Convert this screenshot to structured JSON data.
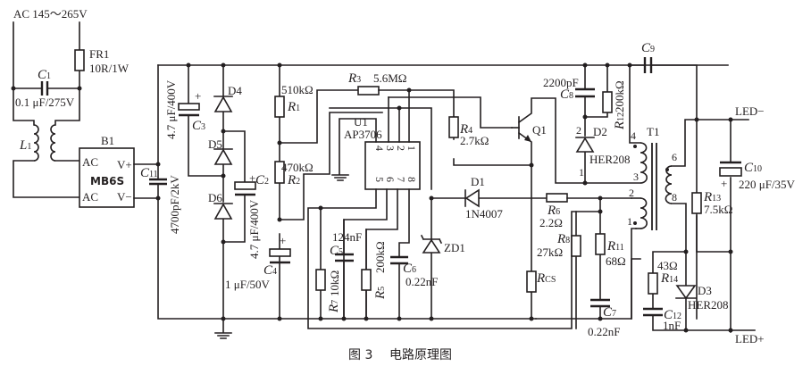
{
  "input": {
    "ac_label": "AC 145～265V",
    "fuse": {
      "ref": "FR1",
      "value": "10R/1W"
    },
    "c1": {
      "ref": "C",
      "sub": "1",
      "value": "0.1 μF/275V"
    },
    "l1": {
      "ref": "L",
      "sub": "1"
    }
  },
  "bridge": {
    "ref": "B1",
    "part": "MB6S",
    "pins": {
      "ac1": "AC",
      "ac2": "AC",
      "vplus": "V+",
      "vminus": "V−"
    }
  },
  "c11": {
    "ref": "C",
    "sub": "11",
    "value": "4700pF/2kV"
  },
  "c3": {
    "ref": "C",
    "sub": "3",
    "value": "4.7 μF/400V",
    "polarity": "+"
  },
  "c2": {
    "ref": "C",
    "sub": "2",
    "value": "4.7 μF/400V",
    "polarity": "+"
  },
  "c4": {
    "ref": "C",
    "sub": "4",
    "value": "1 μF/50V",
    "polarity": "+"
  },
  "diodes_pfc": [
    {
      "ref": "D4"
    },
    {
      "ref": "D5"
    },
    {
      "ref": "D6"
    }
  ],
  "r1": {
    "ref": "R",
    "sub": "1",
    "value": "510kΩ"
  },
  "r2": {
    "ref": "R",
    "sub": "2",
    "value": "470kΩ"
  },
  "r3": {
    "ref": "R",
    "sub": "3",
    "value": "5.6MΩ"
  },
  "r4": {
    "ref": "R",
    "sub": "4",
    "value": "2.7kΩ"
  },
  "u1": {
    "ref": "U1",
    "part": "AP3706",
    "pins_top": [
      "4",
      "3",
      "2",
      "1"
    ],
    "pins_bottom": [
      "5",
      "6",
      "7",
      "8"
    ]
  },
  "q1": {
    "ref": "Q1"
  },
  "c5": {
    "ref": "C",
    "sub": "5",
    "value": "124nF"
  },
  "r7": {
    "ref": "R",
    "sub": "7",
    "value": "10kΩ"
  },
  "r5": {
    "ref": "R",
    "sub": "5",
    "value": "200kΩ"
  },
  "c6": {
    "ref": "C",
    "sub": "6",
    "value": "0.22nF"
  },
  "zd1": {
    "ref": "ZD1"
  },
  "d1": {
    "ref": "D1",
    "part": "1N4007"
  },
  "rcs": {
    "ref": "R",
    "sub": "CS"
  },
  "r6": {
    "ref": "R",
    "sub": "6",
    "value": "2.2Ω"
  },
  "r8": {
    "ref": "R",
    "sub": "8",
    "value": "27kΩ"
  },
  "r11": {
    "ref": "R",
    "sub": "11",
    "value": "68Ω"
  },
  "c7": {
    "ref": "C",
    "sub": "7",
    "value": "0.22nF"
  },
  "c8": {
    "ref": "C",
    "sub": "8",
    "value": "2200pF"
  },
  "r12": {
    "ref": "R",
    "sub": "12",
    "value": "200kΩ"
  },
  "d2": {
    "ref": "D2",
    "part": "HER208",
    "pin_a": "2",
    "pin_k": "1"
  },
  "c9": {
    "ref": "C",
    "sub": "9"
  },
  "t1": {
    "ref": "T1",
    "pins": {
      "p4": "4",
      "p3": "3",
      "p2": "2",
      "p1": "1",
      "p6": "6",
      "p8": "8"
    }
  },
  "c10": {
    "ref": "C",
    "sub": "10",
    "value": "220 μF/35V",
    "polarity": "+"
  },
  "r13": {
    "ref": "R",
    "sub": "13",
    "value": "7.5kΩ"
  },
  "r14": {
    "ref": "R",
    "sub": "14",
    "value": "43Ω"
  },
  "c12": {
    "ref": "C",
    "sub": "12",
    "value": "1nF"
  },
  "d3": {
    "ref": "D3",
    "part": "HER208"
  },
  "outputs": {
    "led_minus": "LED−",
    "led_plus": "LED+"
  },
  "caption": {
    "figure": "图 3",
    "title": "电路原理图"
  }
}
